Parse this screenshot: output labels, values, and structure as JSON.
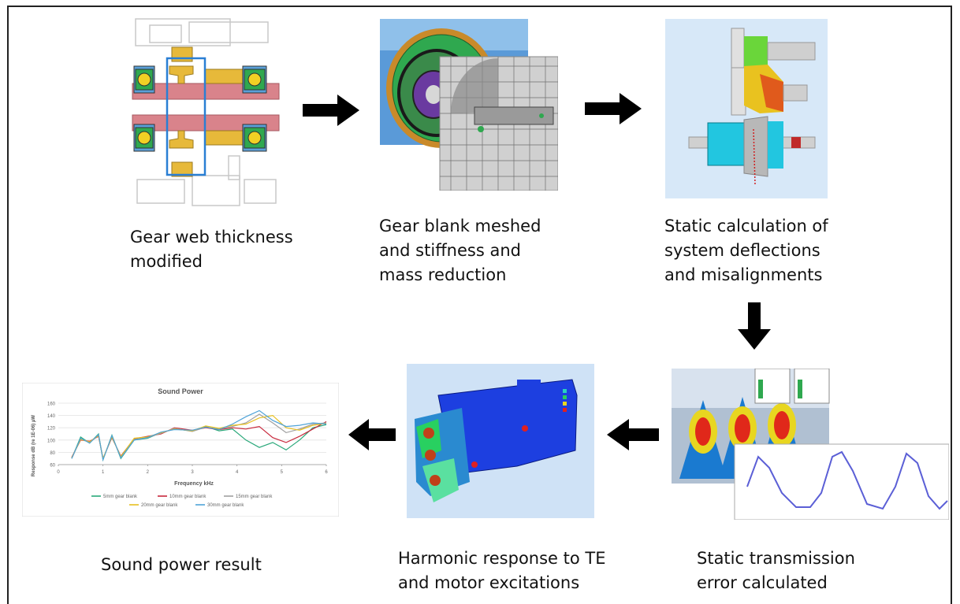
{
  "steps": [
    {
      "caption": "Gear web thickness\nmodified"
    },
    {
      "caption": "Gear blank meshed\nand stiffness and\nmass reduction"
    },
    {
      "caption": "Static calculation of\nsystem deflections\nand misalignments"
    },
    {
      "caption": "Static transmission\nerror calculated"
    },
    {
      "caption": "Harmonic response to TE\nand motor excitations"
    },
    {
      "caption": "Sound power result"
    }
  ],
  "colors": {
    "arrow": "#000000",
    "shaft": "#d9838b",
    "gear_gold": "#e7b93a",
    "bearing_green": "#2fa84f",
    "highlight_box": "#2a7fd4",
    "mesh_grey": "#6e6e6e",
    "fe_blue": "#1d3fe0",
    "te_line": "#5b5fd6"
  },
  "chart_data": {
    "type": "line",
    "title": "Sound Power",
    "xlabel": "Frequency kHz",
    "ylabel": "Response dB (re 1E-06) µW",
    "xlim": [
      0,
      6
    ],
    "ylim": [
      60,
      160
    ],
    "x_ticks": [
      "0",
      "1",
      "2",
      "3",
      "4",
      "5",
      "6"
    ],
    "y_ticks": [
      "60",
      "80",
      "100",
      "120",
      "140",
      "160"
    ],
    "grid": true,
    "legend_position": "bottom",
    "x": [
      0.3,
      0.5,
      0.7,
      0.9,
      1.0,
      1.2,
      1.4,
      1.7,
      2.0,
      2.3,
      2.6,
      3.0,
      3.3,
      3.6,
      3.9,
      4.2,
      4.5,
      4.8,
      5.1,
      5.4,
      5.7,
      6.0
    ],
    "series": [
      {
        "name": "5mm gear blank",
        "color": "#2aa87a",
        "values": [
          70,
          105,
          95,
          110,
          68,
          108,
          70,
          100,
          103,
          112,
          118,
          115,
          122,
          115,
          118,
          100,
          88,
          96,
          84,
          100,
          120,
          125
        ]
      },
      {
        "name": "10mm gear blank",
        "color": "#c8283c",
        "values": [
          72,
          100,
          98,
          106,
          70,
          104,
          74,
          102,
          106,
          110,
          120,
          116,
          120,
          117,
          120,
          118,
          122,
          104,
          96,
          106,
          118,
          130
        ]
      },
      {
        "name": "15mm gear blank",
        "color": "#a0a0a0",
        "values": [
          70,
          102,
          96,
          108,
          69,
          106,
          72,
          101,
          104,
          111,
          119,
          114,
          121,
          118,
          122,
          128,
          142,
          128,
          112,
          118,
          126,
          128
        ]
      },
      {
        "name": "20mm gear blank",
        "color": "#e8c020",
        "values": [
          71,
          101,
          97,
          107,
          70,
          105,
          73,
          103,
          105,
          112,
          118,
          115,
          123,
          119,
          124,
          126,
          136,
          140,
          120,
          116,
          124,
          127
        ]
      },
      {
        "name": "30mm gear blank",
        "color": "#4fa3d8",
        "values": [
          70,
          103,
          95,
          109,
          68,
          107,
          71,
          100,
          104,
          113,
          117,
          116,
          121,
          117,
          126,
          138,
          148,
          132,
          122,
          124,
          128,
          126
        ]
      }
    ]
  }
}
